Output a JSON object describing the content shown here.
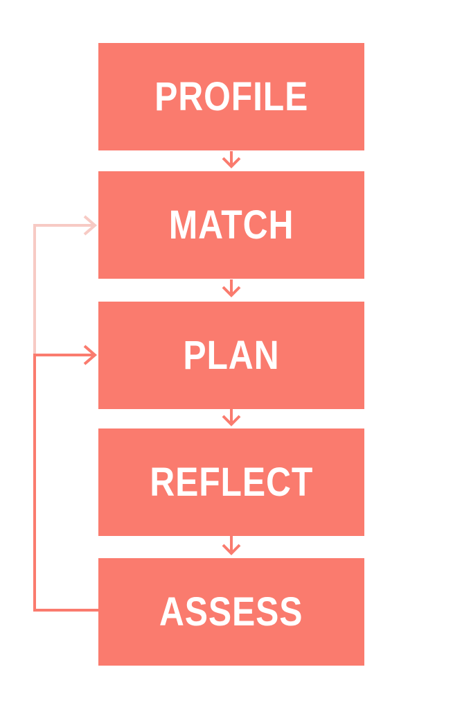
{
  "diagram": {
    "steps": [
      {
        "label": "PROFILE"
      },
      {
        "label": "MATCH"
      },
      {
        "label": "PLAN"
      },
      {
        "label": "REFLECT"
      },
      {
        "label": "ASSESS"
      }
    ],
    "colors": {
      "box_fill": "#fa7b6e",
      "box_text": "#ffffff",
      "arrow_primary": "#fa7b6e",
      "arrow_faded": "#f7cac4"
    },
    "feedback_loops": [
      {
        "from": "ASSESS",
        "to": "PLAN",
        "style": "primary"
      },
      {
        "from": "ASSESS",
        "to": "MATCH",
        "style": "faded"
      }
    ]
  }
}
